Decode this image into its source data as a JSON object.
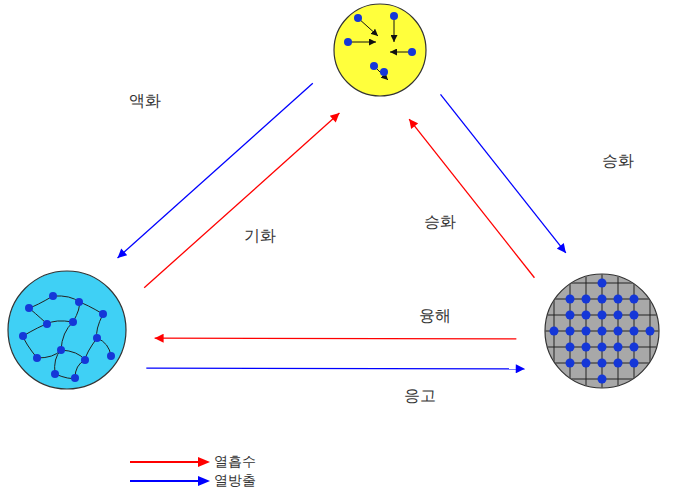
{
  "diagram": {
    "nodes": [
      {
        "text": []
      },
      {
        "text": []
      },
      {
        "text": []
      }
    ],
    "edges": [
      {
        "from": 0,
        "to": 1,
        "label": "액화",
        "arrow": "to"
      },
      {
        "from": 1,
        "to": 0,
        "label": "기화",
        "arrow": "to"
      },
      {
        "from": 0,
        "to": 2,
        "label": "승화",
        "arrow": "to"
      },
      {
        "from": 2,
        "to": 0,
        "label": "승화",
        "arrow": "to"
      },
      {
        "from": 2,
        "to": 1,
        "label": "융해",
        "arrow": "to"
      },
      {
        "from": 1,
        "to": 2,
        "label": "응고",
        "arrow": "to"
      }
    ],
    "legend": [
      {
        "text": "열흡수",
        "color": "#ff0000"
      },
      {
        "text": "열방출",
        "color": "#0000ff"
      }
    ]
  }
}
